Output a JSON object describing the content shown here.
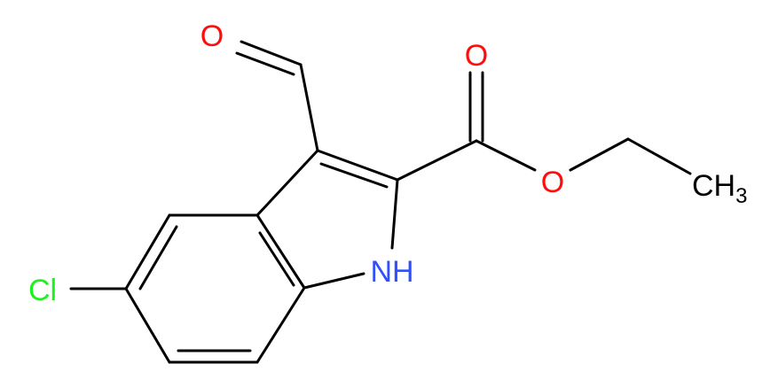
{
  "molecule": {
    "atoms": {
      "aldehyde_oxygen": "O",
      "carbonyl_oxygen": "O",
      "ester_oxygen": "O",
      "methyl": "CH",
      "methyl_subscript": "3",
      "nitrogen": "NH",
      "chlorine": "Cl"
    }
  },
  "colors": {
    "oxygen": "#ff0d0d",
    "nitrogen": "#3050f8",
    "chlorine": "#1ff01f",
    "bond": "#000000",
    "carbon_label": "#000000"
  }
}
